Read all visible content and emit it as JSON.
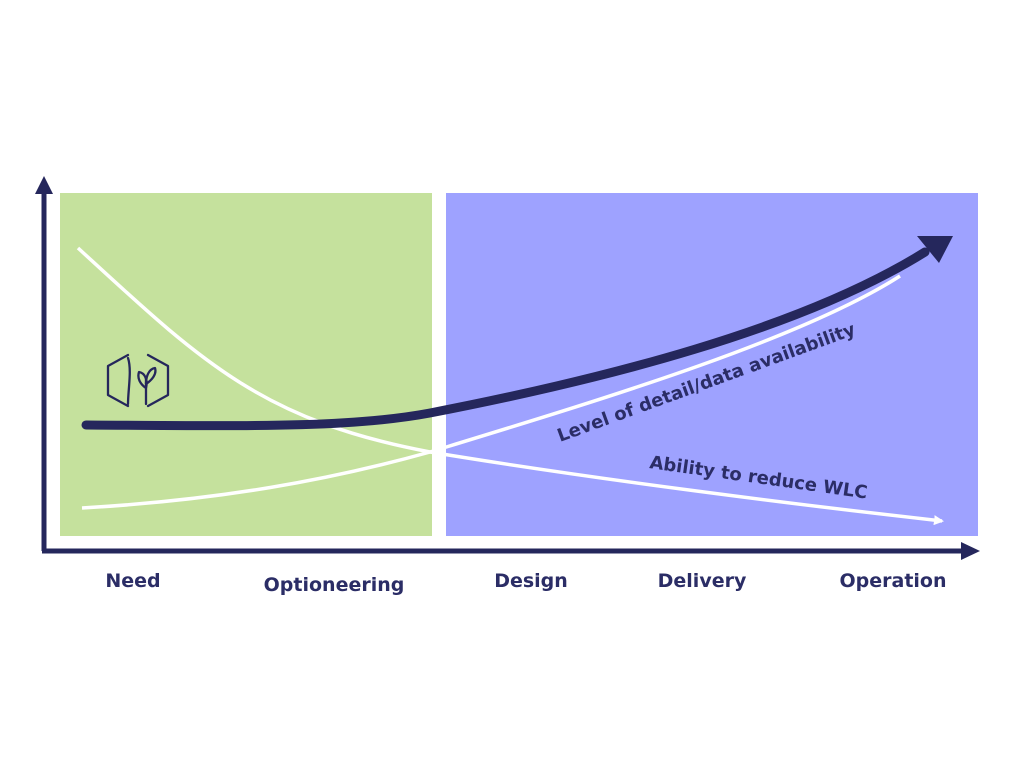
{
  "stages": [
    "Need",
    "Optioneering",
    "Design",
    "Delivery",
    "Operation"
  ],
  "curves": {
    "detail_label": "Level of detail/data availability",
    "wlc_label": "Ability to reduce WLC"
  },
  "colors": {
    "green_panel": "#c5e19d",
    "blue_panel": "#9ea2ff",
    "axis": "#25275c",
    "main_arrow": "#25275c",
    "curve": "#ffffff"
  },
  "icon": "hexagon-sprout-icon"
}
